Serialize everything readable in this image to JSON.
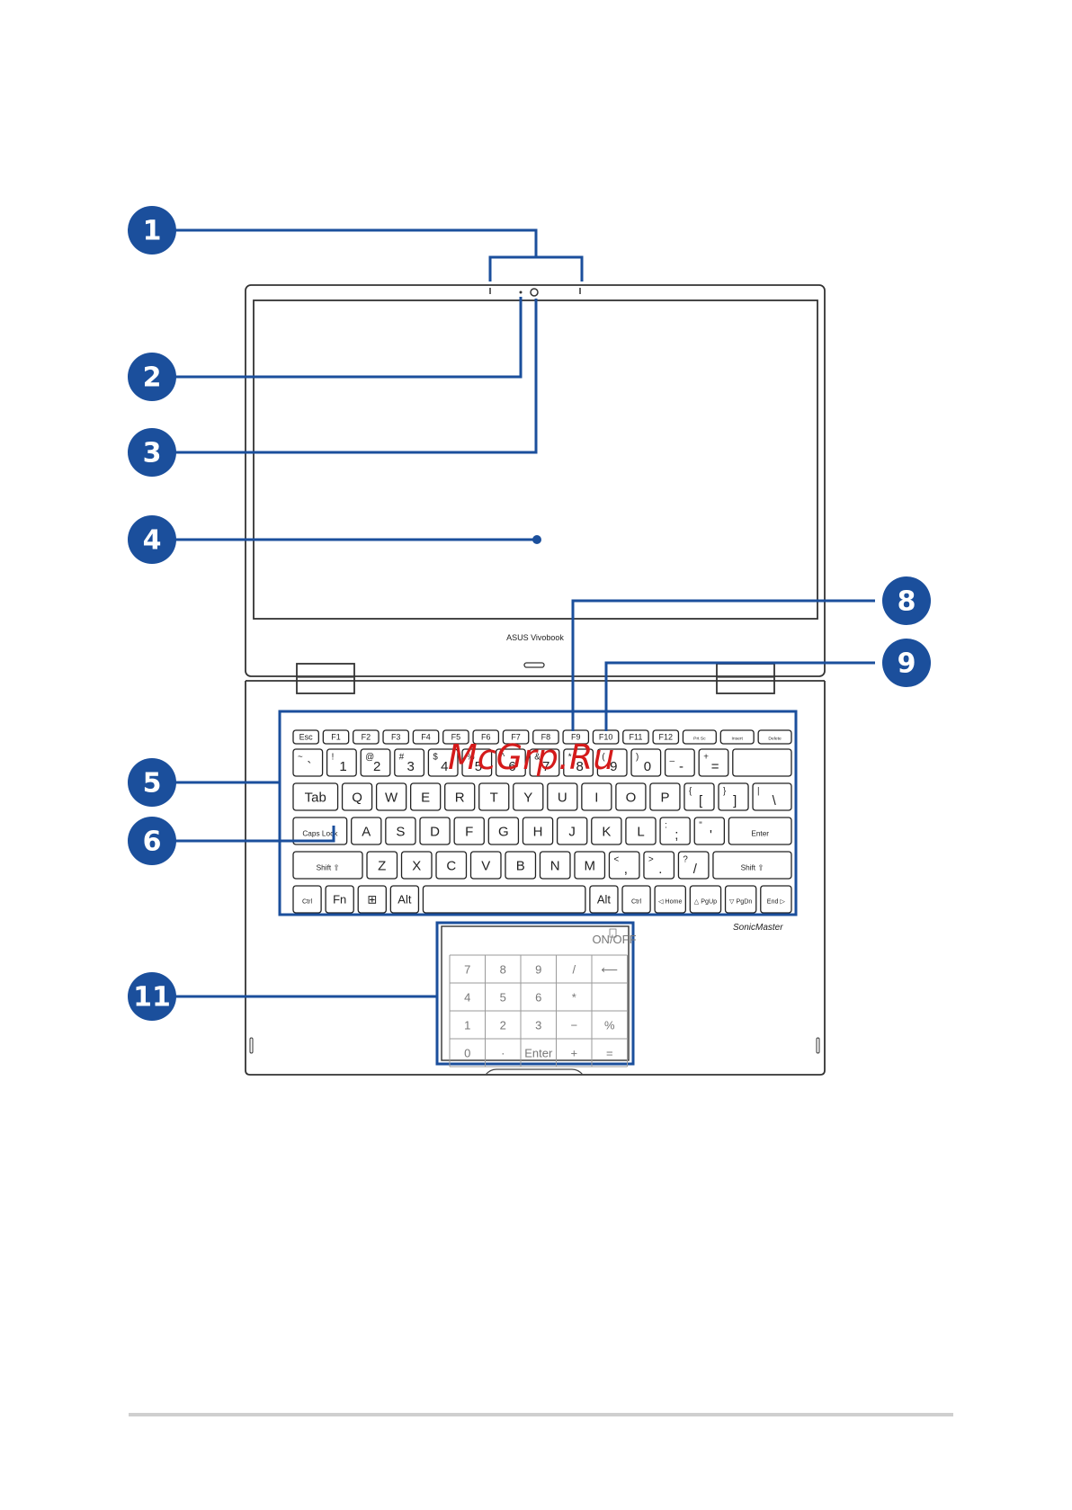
{
  "brand_label": "ASUS Vivobook",
  "audio_label": "SonicMaster",
  "watermark": "McGrp.Ru",
  "callouts": [
    "1",
    "2",
    "3",
    "4",
    "5",
    "6",
    "8",
    "9",
    "11"
  ],
  "keyboard": {
    "fn_row": [
      "Esc",
      "F1",
      "F2",
      "F3",
      "F4",
      "F5",
      "F6",
      "F7",
      "F8",
      "F9",
      "F10",
      "F11",
      "F12",
      "Prt Sc",
      "Insert",
      "Delete"
    ],
    "num_row": [
      "~ `",
      "! 1",
      "@ 2",
      "# 3",
      "$ 4",
      "% 5",
      "^ 6",
      "& 7",
      "* 8",
      "( 9",
      ") 0",
      "_ -",
      "+ =",
      ""
    ],
    "row_q": [
      "Tab",
      "Q",
      "W",
      "E",
      "R",
      "T",
      "Y",
      "U",
      "I",
      "O",
      "P",
      "{ [",
      "} ]",
      "| \\"
    ],
    "row_a": [
      "Caps Lock",
      "A",
      "S",
      "D",
      "F",
      "G",
      "H",
      "J",
      "K",
      "L",
      ": ;",
      "\" '",
      "Enter"
    ],
    "row_z": [
      "Shift ⇧",
      "Z",
      "X",
      "C",
      "V",
      "B",
      "N",
      "M",
      "< ,",
      "> .",
      "? /",
      "Shift ⇧"
    ],
    "row_bottom": [
      "Ctrl",
      "Fn",
      "⊞",
      "Alt",
      "",
      "Alt",
      "Ctrl",
      "◁ Home",
      "△ PgUp",
      "▽ PgDn",
      "End ▷"
    ]
  },
  "numpad": {
    "toggle_label": "ON/OFF",
    "rows": [
      [
        "7",
        "8",
        "9",
        "/",
        "⟵"
      ],
      [
        "4",
        "5",
        "6",
        "*",
        ""
      ],
      [
        "1",
        "2",
        "3",
        "−",
        "%"
      ],
      [
        "0",
        "·",
        "Enter",
        "+",
        "="
      ]
    ]
  }
}
